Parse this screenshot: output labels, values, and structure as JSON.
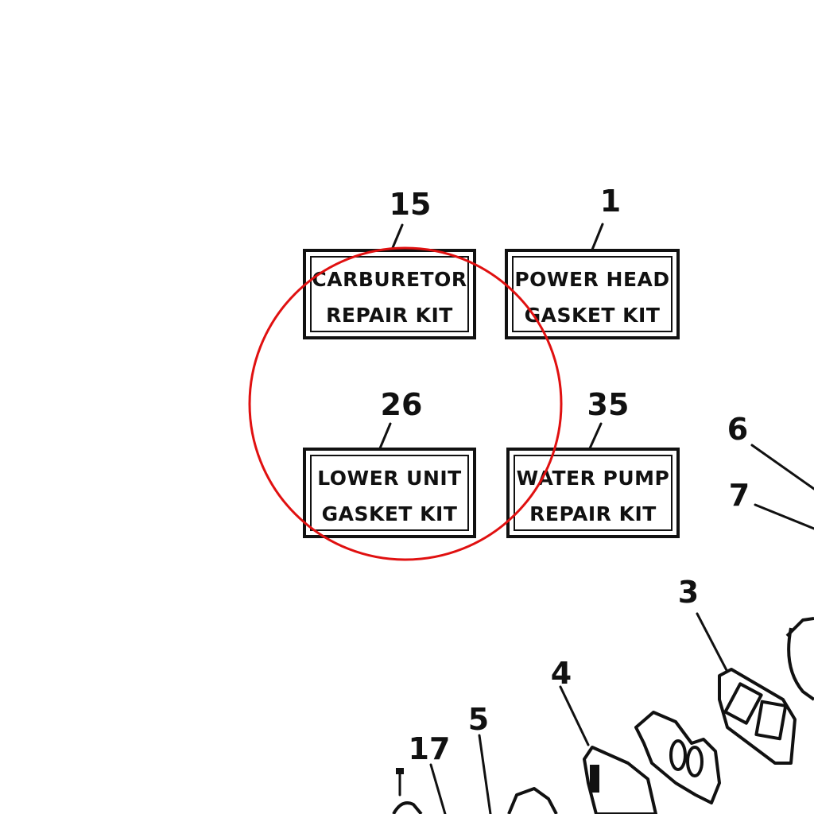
{
  "kits": [
    {
      "callout": "15",
      "line1": "CARBURETOR",
      "line2": "REPAIR KIT"
    },
    {
      "callout": "1",
      "line1": "POWER HEAD",
      "line2": "GASKET KIT"
    },
    {
      "callout": "26",
      "line1": "LOWER UNIT",
      "line2": "GASKET KIT"
    },
    {
      "callout": "35",
      "line1": "WATER PUMP",
      "line2": "REPAIR KIT"
    }
  ],
  "part_callouts": [
    "6",
    "7",
    "3",
    "4",
    "5",
    "17"
  ],
  "colors": {
    "highlight_circle": "#e01010",
    "ink": "#111111"
  }
}
